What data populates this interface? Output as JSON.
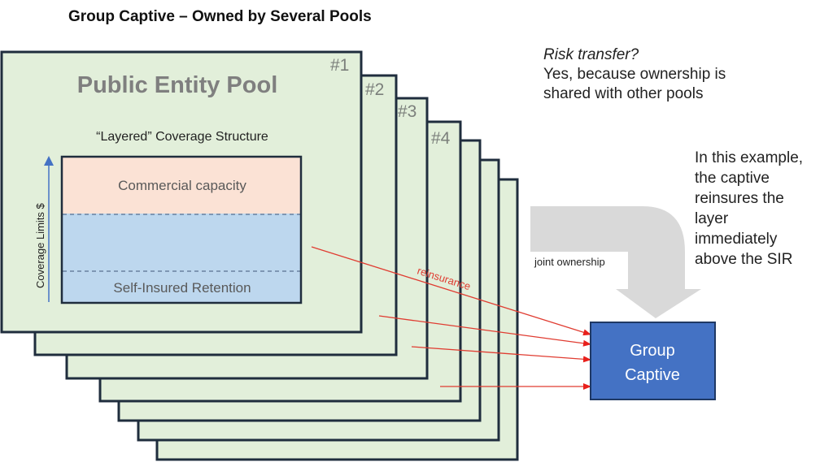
{
  "title": "Group Captive – Owned by Several Pools",
  "pools": {
    "main_title": "Public Entity Pool",
    "subtitle": "“Layered” Coverage Structure",
    "labels": [
      "#1",
      "#2",
      "#3",
      "#4"
    ],
    "count": 7
  },
  "coverage": {
    "axis_label": "Coverage Limits $",
    "layers": [
      {
        "name": "Commercial capacity",
        "color": "#fbe2d5"
      },
      {
        "name": "",
        "color": "#bdd7ee"
      },
      {
        "name": "Self-Insured Retention",
        "color": "#bdd7ee"
      }
    ]
  },
  "arrows": {
    "reinsurance_label": "reinsurance",
    "joint_ownership_label": "joint ownership"
  },
  "captive": {
    "line1": "Group",
    "line2": "Captive",
    "color": "#4472c4"
  },
  "notes": {
    "risk_question": "Risk transfer?",
    "risk_answer_line1": "Yes, because ownership is",
    "risk_answer_line2": "shared with other pools",
    "example_lines": [
      "In this example,",
      "the captive",
      "reinsures the",
      "layer",
      "immediately",
      "above the SIR"
    ]
  },
  "colors": {
    "card_fill": "#e2efda",
    "card_stroke": "#1f2d3d",
    "arrow_red": "#e03c31",
    "gray_arrow": "#d9d9d9"
  }
}
